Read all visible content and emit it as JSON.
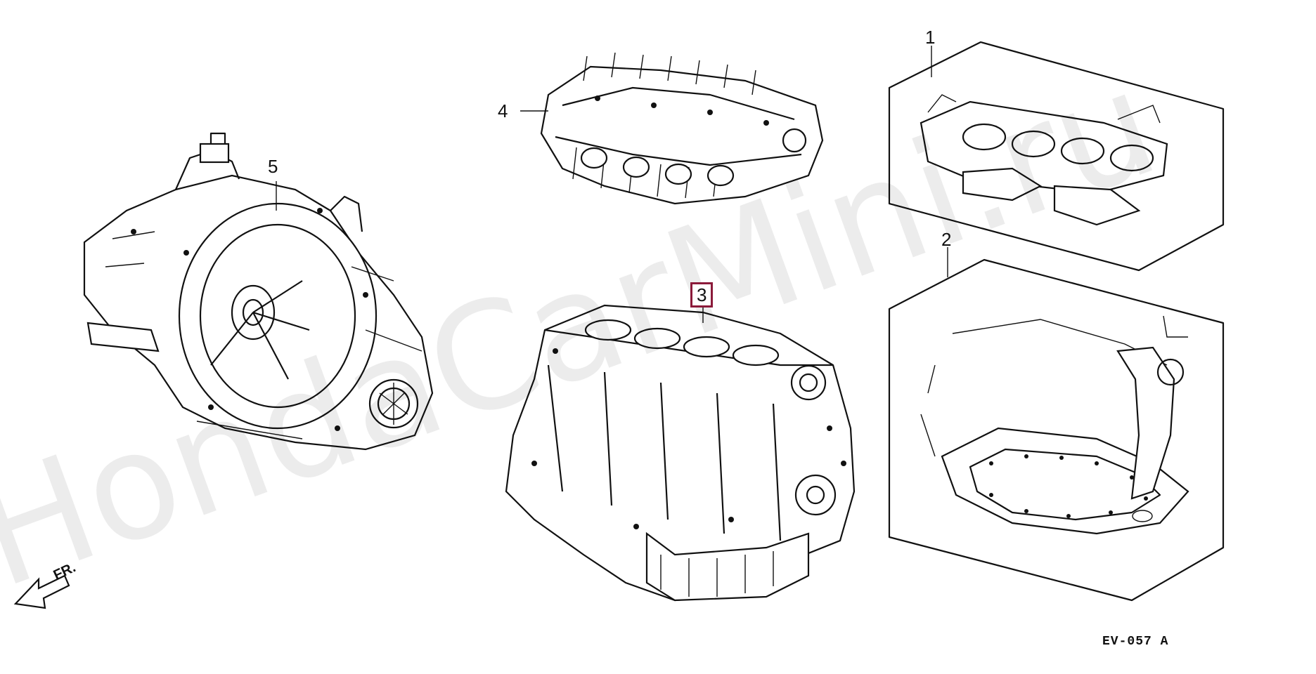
{
  "watermark": "HondaCarMini.ru",
  "direction_label": "FR.",
  "diagram_code": "EV-057 A",
  "callouts": [
    {
      "id": "1",
      "label": "1"
    },
    {
      "id": "2",
      "label": "2"
    },
    {
      "id": "3",
      "label": "3",
      "highlighted": true
    },
    {
      "id": "4",
      "label": "4"
    },
    {
      "id": "5",
      "label": "5"
    }
  ],
  "colors": {
    "highlight_border": "#8b1a3a",
    "line": "#111111",
    "background": "#ffffff"
  }
}
